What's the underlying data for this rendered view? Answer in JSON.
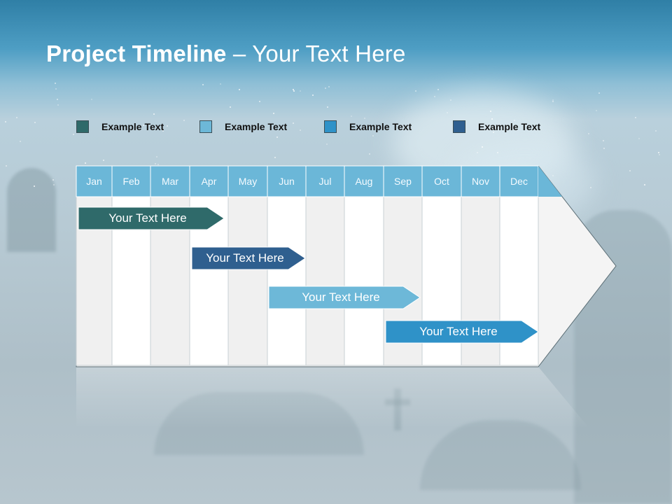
{
  "slide": {
    "title_bold": "Project Timeline",
    "title_rest": " – Your Text Here"
  },
  "legend": [
    {
      "label": "Example Text",
      "color": "#2f6a6a"
    },
    {
      "label": "Example Text",
      "color": "#6db8d8"
    },
    {
      "label": "Example Text",
      "color": "#2f92c8"
    },
    {
      "label": "Example Text",
      "color": "#2f5f8f"
    }
  ],
  "timeline": {
    "months": [
      "Jan",
      "Feb",
      "Mar",
      "Apr",
      "May",
      "Jun",
      "Jul",
      "Aug",
      "Sep",
      "Oct",
      "Nov",
      "Dec"
    ],
    "header_color": "#6bb7d8",
    "tasks": [
      {
        "label": "Your  Text Here",
        "start": "Jan",
        "end": "Apr",
        "color": "#2f6a6a"
      },
      {
        "label": "Your  Text Here",
        "start": "Apr",
        "end": "Jun",
        "color": "#2f5f8f"
      },
      {
        "label": "Your  Text Here",
        "start": "Jun",
        "end": "Sep",
        "color": "#6db8d8"
      },
      {
        "label": "Your  Text Here",
        "start": "Sep",
        "end": "Dec",
        "color": "#2f92c8"
      }
    ]
  }
}
